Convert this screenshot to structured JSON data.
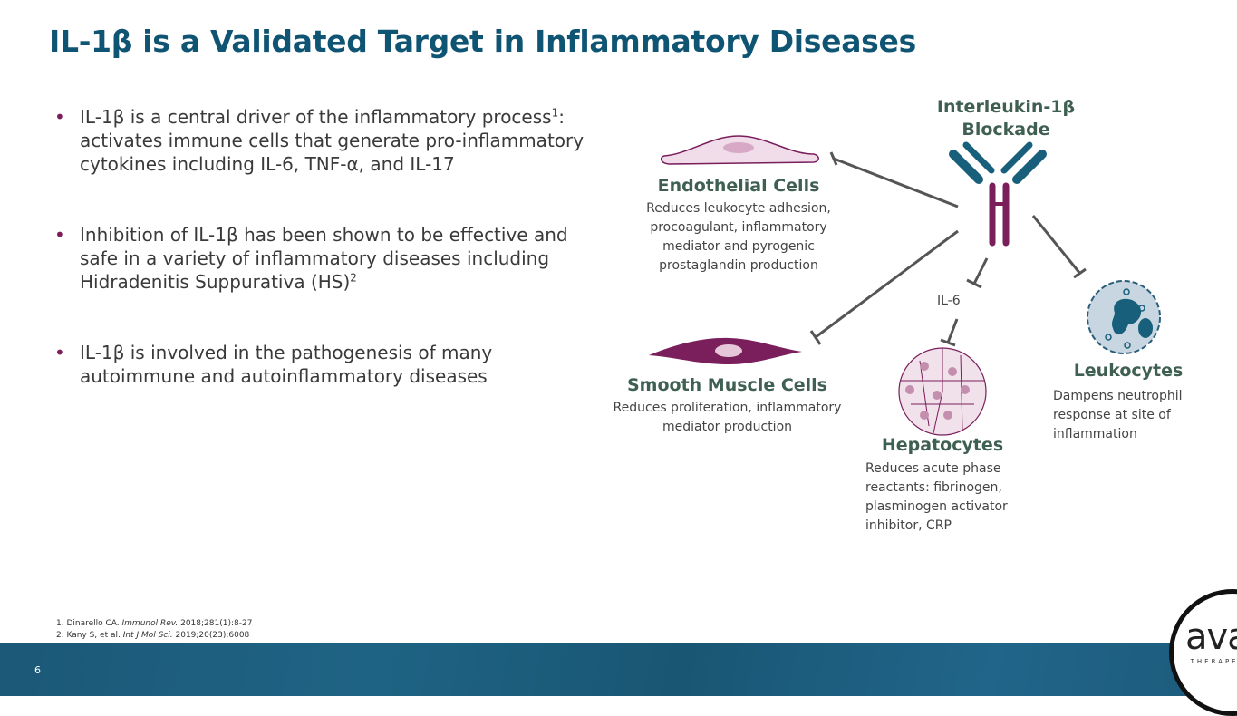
{
  "title": "IL-1β is a Validated Target in Inflammatory Diseases",
  "bullets": [
    {
      "text_a": "IL-1β is a central driver of the inflammatory process",
      "sup": "1",
      "text_b": ": activates immune cells that generate pro-inflammatory cytokines including IL-6, TNF-α, and IL-17"
    },
    {
      "text_a": "Inhibition of IL-1β has been shown to be effective and safe in a variety of inflammatory diseases including Hidradenitis Suppurativa (HS)",
      "sup": "2",
      "text_b": ""
    },
    {
      "text_a": "IL-1β is involved in the pathogenesis of many autoimmune and autoinflammatory diseases",
      "sup": "",
      "text_b": ""
    }
  ],
  "bullet_glyph": "•",
  "diagram": {
    "center": {
      "title_line1": "Interleukin-1β",
      "title_line2": "Blockade"
    },
    "il6_label": "IL-6",
    "endothelial": {
      "title": "Endothelial Cells",
      "desc": "Reduces leukocyte adhesion, procoagulant, inflammatory mediator and pyrogenic prostaglandin production"
    },
    "smooth": {
      "title": "Smooth Muscle Cells",
      "desc": "Reduces proliferation, inflammatory mediator production"
    },
    "hepatocytes": {
      "title": "Hepatocytes",
      "desc": "Reduces acute phase reactants: fibrinogen, plasminogen activator inhibitor, CRP"
    },
    "leukocytes": {
      "title": "Leukocytes",
      "desc": "Dampens neutrophil response at site of inflammation"
    }
  },
  "references": [
    {
      "pre": "1. Dinarello CA. ",
      "journal": "Immunol Rev.",
      "post": " 2018;281(1):8-27"
    },
    {
      "pre": "2. Kany S, et al. ",
      "journal": "Int J Mol Sci.",
      "post": " 2019;20(23):6008"
    }
  ],
  "page_number": "6",
  "logo": {
    "name": "avalo",
    "sub": "THERAPEUTICS"
  },
  "colors": {
    "title": "#0f5573",
    "heading": "#3f5f52",
    "accent": "#7a1e5c",
    "antibody_arm": "#175f7a",
    "band": "#1c5877"
  }
}
